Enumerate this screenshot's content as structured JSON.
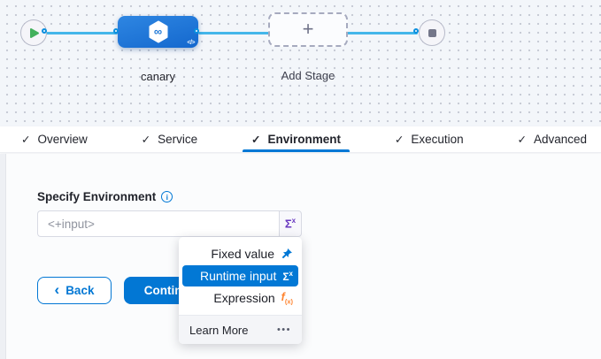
{
  "canvas": {
    "stage_name": "canary",
    "add_stage_label": "Add Stage"
  },
  "tabs": {
    "items": [
      {
        "label": "Overview",
        "checked": true,
        "active": false
      },
      {
        "label": "Service",
        "checked": true,
        "active": false
      },
      {
        "label": "Environment",
        "checked": true,
        "active": true
      },
      {
        "label": "Execution",
        "checked": true,
        "active": false
      },
      {
        "label": "Advanced",
        "checked": true,
        "active": false
      }
    ]
  },
  "form": {
    "label": "Specify Environment",
    "input_value": "<+input>"
  },
  "type_dropdown": {
    "items": [
      {
        "label": "Fixed value",
        "icon": "pin-icon",
        "selected": false
      },
      {
        "label": "Runtime input",
        "icon": "sigma-icon",
        "selected": true
      },
      {
        "label": "Expression",
        "icon": "fx-icon",
        "selected": false
      }
    ],
    "footer_label": "Learn More",
    "footer_more": "•••"
  },
  "actions": {
    "back_label": "Back",
    "continue_label": "Continue"
  },
  "icons": {
    "check": "✓",
    "plus": "+",
    "infinity": "∞",
    "code": "</>",
    "sigma": "Σ",
    "sigma_sup": "x",
    "fx_base": "f",
    "fx_sub": "(x)",
    "info": "i",
    "back_chevron": "‹"
  },
  "colors": {
    "accent_blue": "#0278d5",
    "edge_blue": "#44b6ea",
    "runtime_purple": "#6938c0",
    "expression_orange": "#ff832e",
    "play_green": "#42b05c",
    "selected_item_bg": "#0278d5"
  }
}
